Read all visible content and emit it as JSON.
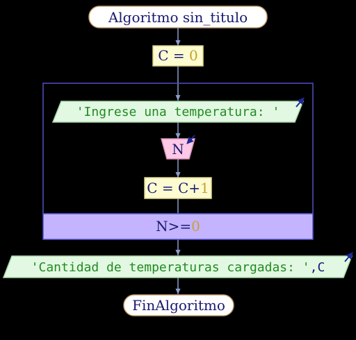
{
  "flowchart": {
    "start": {
      "label": "Algoritmo sin_titulo"
    },
    "init": {
      "var": "C",
      "op": " = ",
      "value": "0"
    },
    "loop": {
      "output": {
        "text": "'Ingrese una temperatura: '"
      },
      "input": {
        "var": "N"
      },
      "assign": {
        "var": "C",
        "op": " = ",
        "expr_var": "C",
        "expr_op": "+",
        "expr_num": "1"
      },
      "condition": {
        "var": "N",
        "op": ">=",
        "value": "0"
      }
    },
    "final_output": {
      "text": "'Cantidad de temperaturas cargadas: '",
      "sep": ",",
      "var": "C"
    },
    "end": {
      "label": "FinAlgoritmo"
    }
  },
  "colors": {
    "background": "#000000",
    "terminal_fill": "#ffffff",
    "terminal_stroke": "#c8a06e",
    "terminal_text": "#191970",
    "process_fill": "#fdfcd0",
    "process_stroke": "#dcd28c",
    "number_color": "#c8a032",
    "output_fill": "#e2f8e2",
    "output_stroke": "#a8d8a8",
    "string_color": "#228b22",
    "input_fill": "#ffc8e6",
    "input_stroke": "#d896b8",
    "loop_stroke": "#5050c8",
    "condition_fill": "#c4b4ff",
    "arrow": "#8c9ccc",
    "io_arrow": "#1e2896"
  }
}
